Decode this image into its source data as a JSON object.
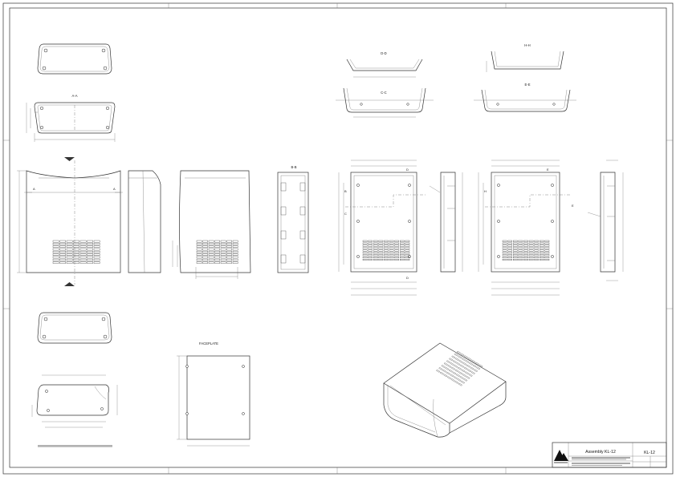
{
  "title_block": {
    "drawing_title": "Assembly KL-12",
    "part_number": "KL-12"
  },
  "section_labels": {
    "aa": "A-A",
    "bb": "B-B",
    "cc": "C-C",
    "dd": "D-D",
    "ee": "E-E",
    "hh": "H-H",
    "faceplate": "FACEPLATE"
  },
  "marks": {
    "A": "A",
    "B": "B",
    "C": "C",
    "D": "D",
    "E": "E",
    "H": "H"
  }
}
